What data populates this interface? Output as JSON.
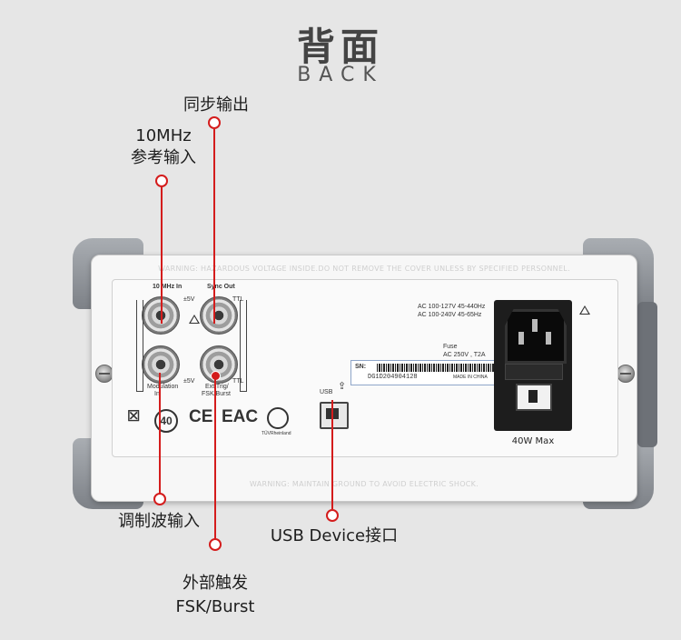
{
  "heading": {
    "title": "背面",
    "subtitle": "BACK"
  },
  "callouts": {
    "sync_out": "同步输出",
    "ref_in_line1": "10MHz",
    "ref_in_line2": "参考输入",
    "modulation_in": "调制波输入",
    "ext_trig_line1": "外部触发",
    "ext_trig_line2": "FSK/Burst",
    "usb_device": "USB Device接口"
  },
  "panel": {
    "warning_top": "WARNING: HAZARDOUS VOLTAGE INSIDE.DO NOT REMOVE THE COVER UNLESS BY SPECIFIED PERSONNEL.",
    "warning_bottom": "WARNING: MAINTAIN GROUND TO AVOID ELECTRIC SHOCK.",
    "port_10mhz": "10 MHz In",
    "port_sync": "Sync Out",
    "port_modulation_1": "Modulation",
    "port_modulation_2": "In",
    "port_exttrig_1": "Ext Trig/",
    "port_exttrig_2": "FSK/Burst",
    "volt_5v_a": "±5V",
    "volt_5v_b": "±5V",
    "ttl_a": "TTL",
    "ttl_b": "TTL",
    "ac_line1": "AC 100-127V  45-440Hz",
    "ac_line2": "AC 100-240V  45-65Hz",
    "fuse_label": "Fuse",
    "fuse_value": "AC 250V , T2A",
    "sn_prefix": "SN:",
    "serial_number": "DG1D204904128",
    "made_in": "MADE IN CHINA",
    "usb_label": "USB",
    "power_max": "40W Max",
    "cert_40": "40",
    "cert_ce": "CE",
    "cert_eac": "EAC",
    "cert_tuv": "TÜVRheinland"
  },
  "colors": {
    "accent": "#d41c1c",
    "bumper": "#8e9297",
    "panel": "#f7f7f7"
  }
}
